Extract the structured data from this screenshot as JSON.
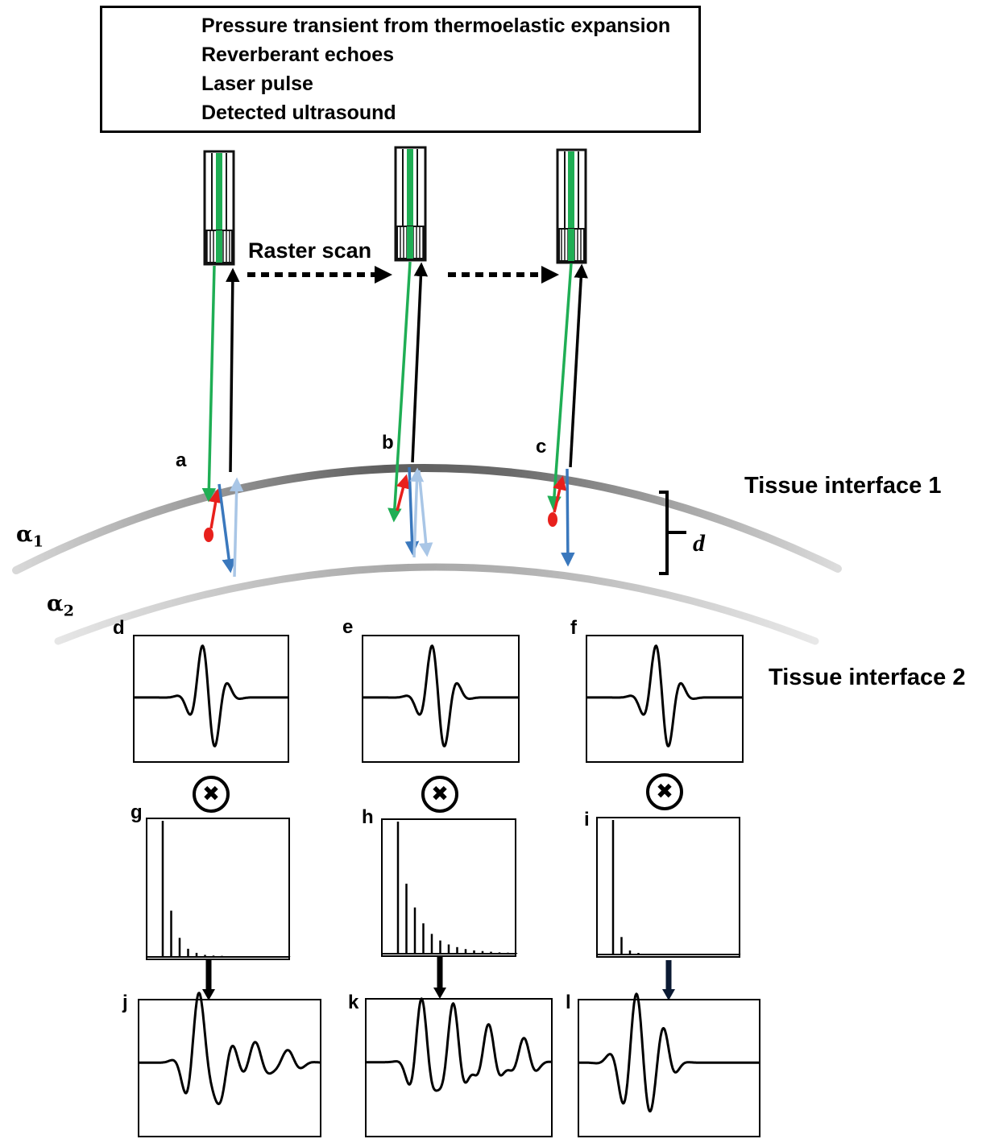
{
  "legend": {
    "items": [
      {
        "label": "Pressure transient from thermoelastic expansion",
        "color": "#e8201c"
      },
      {
        "label": "Reverberant echoes",
        "color": "#3a78bd"
      },
      {
        "label": "Laser pulse",
        "color": "#1fae54"
      },
      {
        "label": "Detected ultrasound",
        "color": "#000000"
      }
    ]
  },
  "scan_label": "Raster scan",
  "interface_labels": {
    "interface1": "Tissue interface 1",
    "interface2": "Tissue interface 2"
  },
  "alpha_labels": {
    "alpha1": "α",
    "alpha1_sub": "1",
    "alpha2": "α",
    "alpha2_sub": "2"
  },
  "thickness_label": "d",
  "probe_positions": [
    {
      "label": "a"
    },
    {
      "label": "b"
    },
    {
      "label": "c"
    }
  ],
  "panels": {
    "pulse": [
      "d",
      "e",
      "f"
    ],
    "impulse": [
      "g",
      "h",
      "i"
    ],
    "result": [
      "j",
      "k",
      "l"
    ]
  },
  "operator_symbol": "✖",
  "colors": {
    "pressure": "#e8201c",
    "echo": "#3a78bd",
    "echo_light": "#a9c6e6",
    "laser": "#1fae54",
    "ultrasound": "#000000"
  }
}
